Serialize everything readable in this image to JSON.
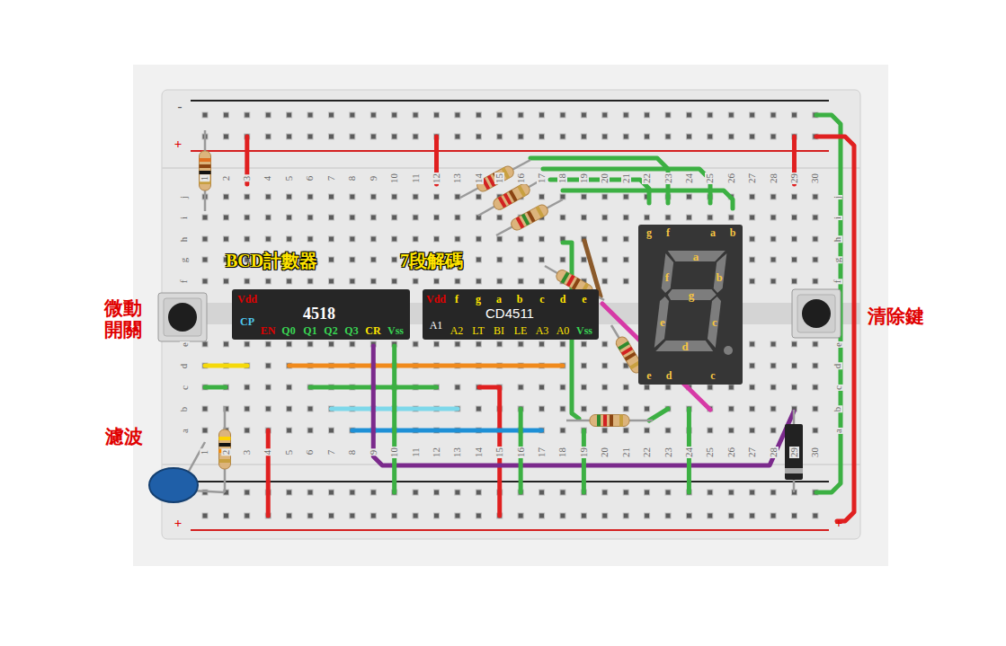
{
  "diagram": {
    "nodes": [
      {
        "text": [
          "Vdd",
          "4518",
          "CP",
          "EN",
          "Q0",
          "Q1",
          "Q2",
          "Q3",
          "CR",
          "Vss"
        ]
      },
      {
        "text": [
          "Vdd",
          "f",
          "g",
          "a",
          "b",
          "c",
          "d",
          "e",
          "CD4511",
          "A1",
          "A2",
          "LT",
          "BI",
          "LE",
          "A3",
          "A0",
          "Vss"
        ]
      },
      {
        "text": [
          "g",
          "f",
          "a",
          "b",
          "a",
          "f",
          "b",
          "g",
          "e",
          "c",
          "d",
          "e",
          "d",
          "c"
        ]
      }
    ],
    "labels": [
      "BCD計數器",
      "7段解碼",
      "微動 開關",
      "濾波",
      "清除鍵",
      "-",
      "+",
      "+",
      "+",
      "1",
      "2",
      "3",
      "4",
      "5",
      "6",
      "7",
      "8",
      "9",
      "10",
      "11",
      "12",
      "13",
      "14",
      "15",
      "16",
      "17",
      "18",
      "19",
      "20",
      "21",
      "22",
      "23",
      "24",
      "25",
      "26",
      "27",
      "28",
      "29",
      "30",
      "1",
      "2",
      "3",
      "4",
      "5",
      "6",
      "7",
      "8",
      "9",
      "10",
      "11",
      "12",
      "13",
      "14",
      "15",
      "16",
      "17",
      "18",
      "19",
      "20",
      "21",
      "22",
      "23",
      "24",
      "25",
      "26",
      "27",
      "28",
      "29",
      "30",
      "j",
      "i",
      "h",
      "g",
      "f",
      "e",
      "d",
      "c",
      "b",
      "a",
      "j",
      "i",
      "h",
      "g",
      "f",
      "e",
      "d",
      "c",
      "b",
      "a"
    ]
  }
}
